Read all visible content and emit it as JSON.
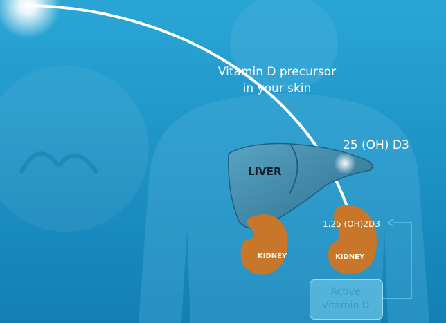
{
  "labels": {
    "precursor_line1": "Vitamin D precursor",
    "precursor_line2": "in your skin",
    "d3": "25 (OH) D3",
    "liver": "LIVER",
    "oh2d3": "1.25 (OH)2D3",
    "kidney_left": "KIDNEY",
    "kidney_right": "KIDNEY",
    "active_line1": "Active",
    "active_line2": "Vitamin D"
  },
  "colors": {
    "background": "#1b8fc4",
    "kidney": "#c8762a",
    "liver": "#3f88a8",
    "arrow": "#5cc8ec"
  }
}
